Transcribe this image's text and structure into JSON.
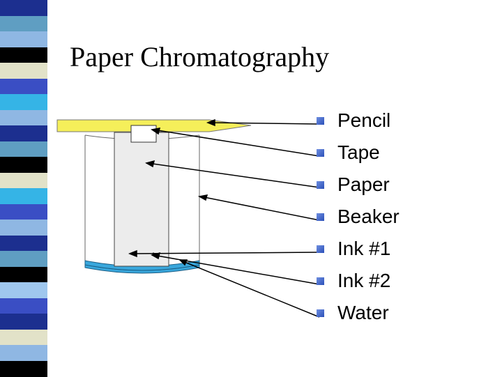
{
  "slide": {
    "title": "Paper Chromatography"
  },
  "labels": [
    {
      "name": "pencil",
      "text": "Pencil"
    },
    {
      "name": "tape",
      "text": "Tape"
    },
    {
      "name": "paper",
      "text": "Paper"
    },
    {
      "name": "beaker",
      "text": "Beaker"
    },
    {
      "name": "ink-1",
      "text": "Ink #1"
    },
    {
      "name": "ink-2",
      "text": "Ink #2"
    },
    {
      "name": "water",
      "text": "Water"
    }
  ],
  "colors": {
    "pencil": "#f5ef5a",
    "water": "#39a7dc",
    "bullet": "#3a5cc8",
    "stripe": [
      "#1c2f8f",
      "#5f9ec2",
      "#8fb7e3",
      "#000000",
      "#e2e2c8",
      "#3a4ec4",
      "#35b4e6",
      "#9fc7ee"
    ]
  }
}
